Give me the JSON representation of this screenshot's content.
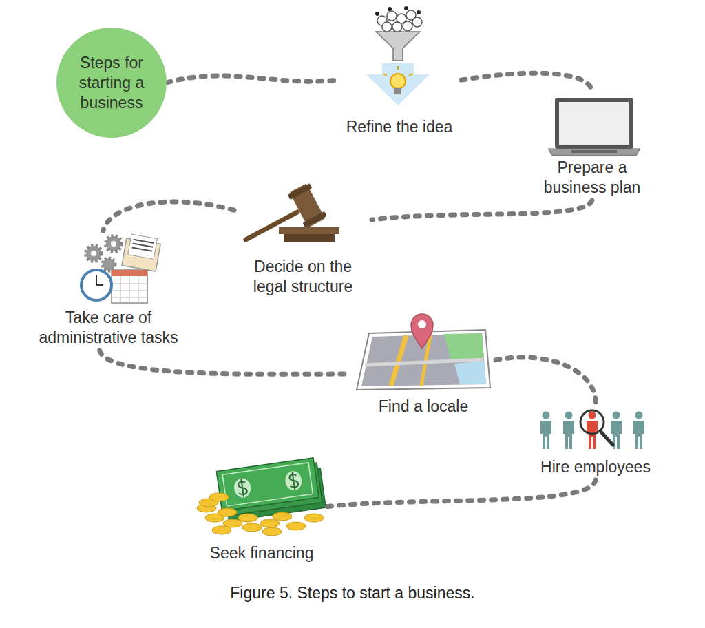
{
  "diagram": {
    "caption": "Figure 5. Steps to start a business.",
    "nodes": [
      {
        "text": [
          "Steps for starting a business"
        ]
      },
      {
        "text": [
          "Refine the idea"
        ]
      },
      {
        "text": [
          "Prepare a business plan"
        ]
      },
      {
        "text": [
          "Decide on the legal structure"
        ]
      },
      {
        "text": [
          "Take care of administrative tasks"
        ]
      },
      {
        "text": [
          "Find a locale"
        ]
      },
      {
        "text": [
          "Hire employees"
        ]
      },
      {
        "text": [
          "Seek financing"
        ]
      }
    ],
    "edges": [
      {
        "from": 0,
        "to": 1,
        "arrow": "none"
      },
      {
        "from": 1,
        "to": 2,
        "arrow": "none"
      },
      {
        "from": 2,
        "to": 3,
        "arrow": "none"
      },
      {
        "from": 3,
        "to": 4,
        "arrow": "none"
      },
      {
        "from": 4,
        "to": 5,
        "arrow": "none"
      },
      {
        "from": 5,
        "to": 6,
        "arrow": "none"
      },
      {
        "from": 6,
        "to": 7,
        "arrow": "none"
      }
    ]
  }
}
